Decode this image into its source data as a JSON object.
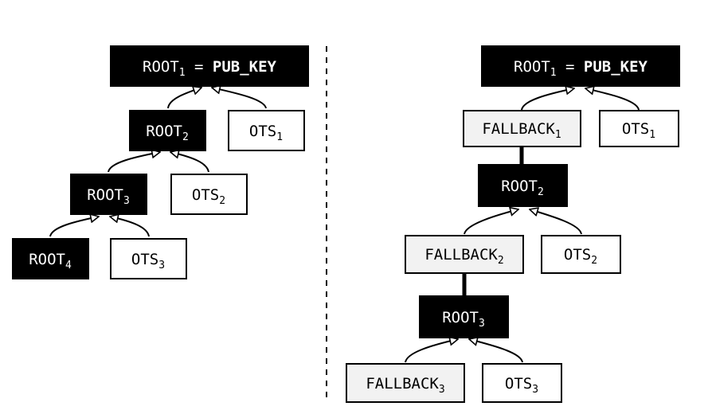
{
  "left_tree": {
    "root1": {
      "base": "ROOT",
      "sub": "1",
      "eq": " = ",
      "key": "PUB_KEY"
    },
    "root2": {
      "base": "ROOT",
      "sub": "2"
    },
    "root3": {
      "base": "ROOT",
      "sub": "3"
    },
    "root4": {
      "base": "ROOT",
      "sub": "4"
    },
    "ots1": {
      "base": "OTS",
      "sub": "1"
    },
    "ots2": {
      "base": "OTS",
      "sub": "2"
    },
    "ots3": {
      "base": "OTS",
      "sub": "3"
    }
  },
  "right_tree": {
    "root1": {
      "base": "ROOT",
      "sub": "1",
      "eq": " = ",
      "key": "PUB_KEY"
    },
    "root2": {
      "base": "ROOT",
      "sub": "2"
    },
    "root3": {
      "base": "ROOT",
      "sub": "3"
    },
    "fallback1": {
      "base": "FALLBACK",
      "sub": "1"
    },
    "fallback2": {
      "base": "FALLBACK",
      "sub": "2"
    },
    "fallback3": {
      "base": "FALLBACK",
      "sub": "3"
    },
    "ots1": {
      "base": "OTS",
      "sub": "1"
    },
    "ots2": {
      "base": "OTS",
      "sub": "2"
    },
    "ots3": {
      "base": "OTS",
      "sub": "3"
    }
  }
}
